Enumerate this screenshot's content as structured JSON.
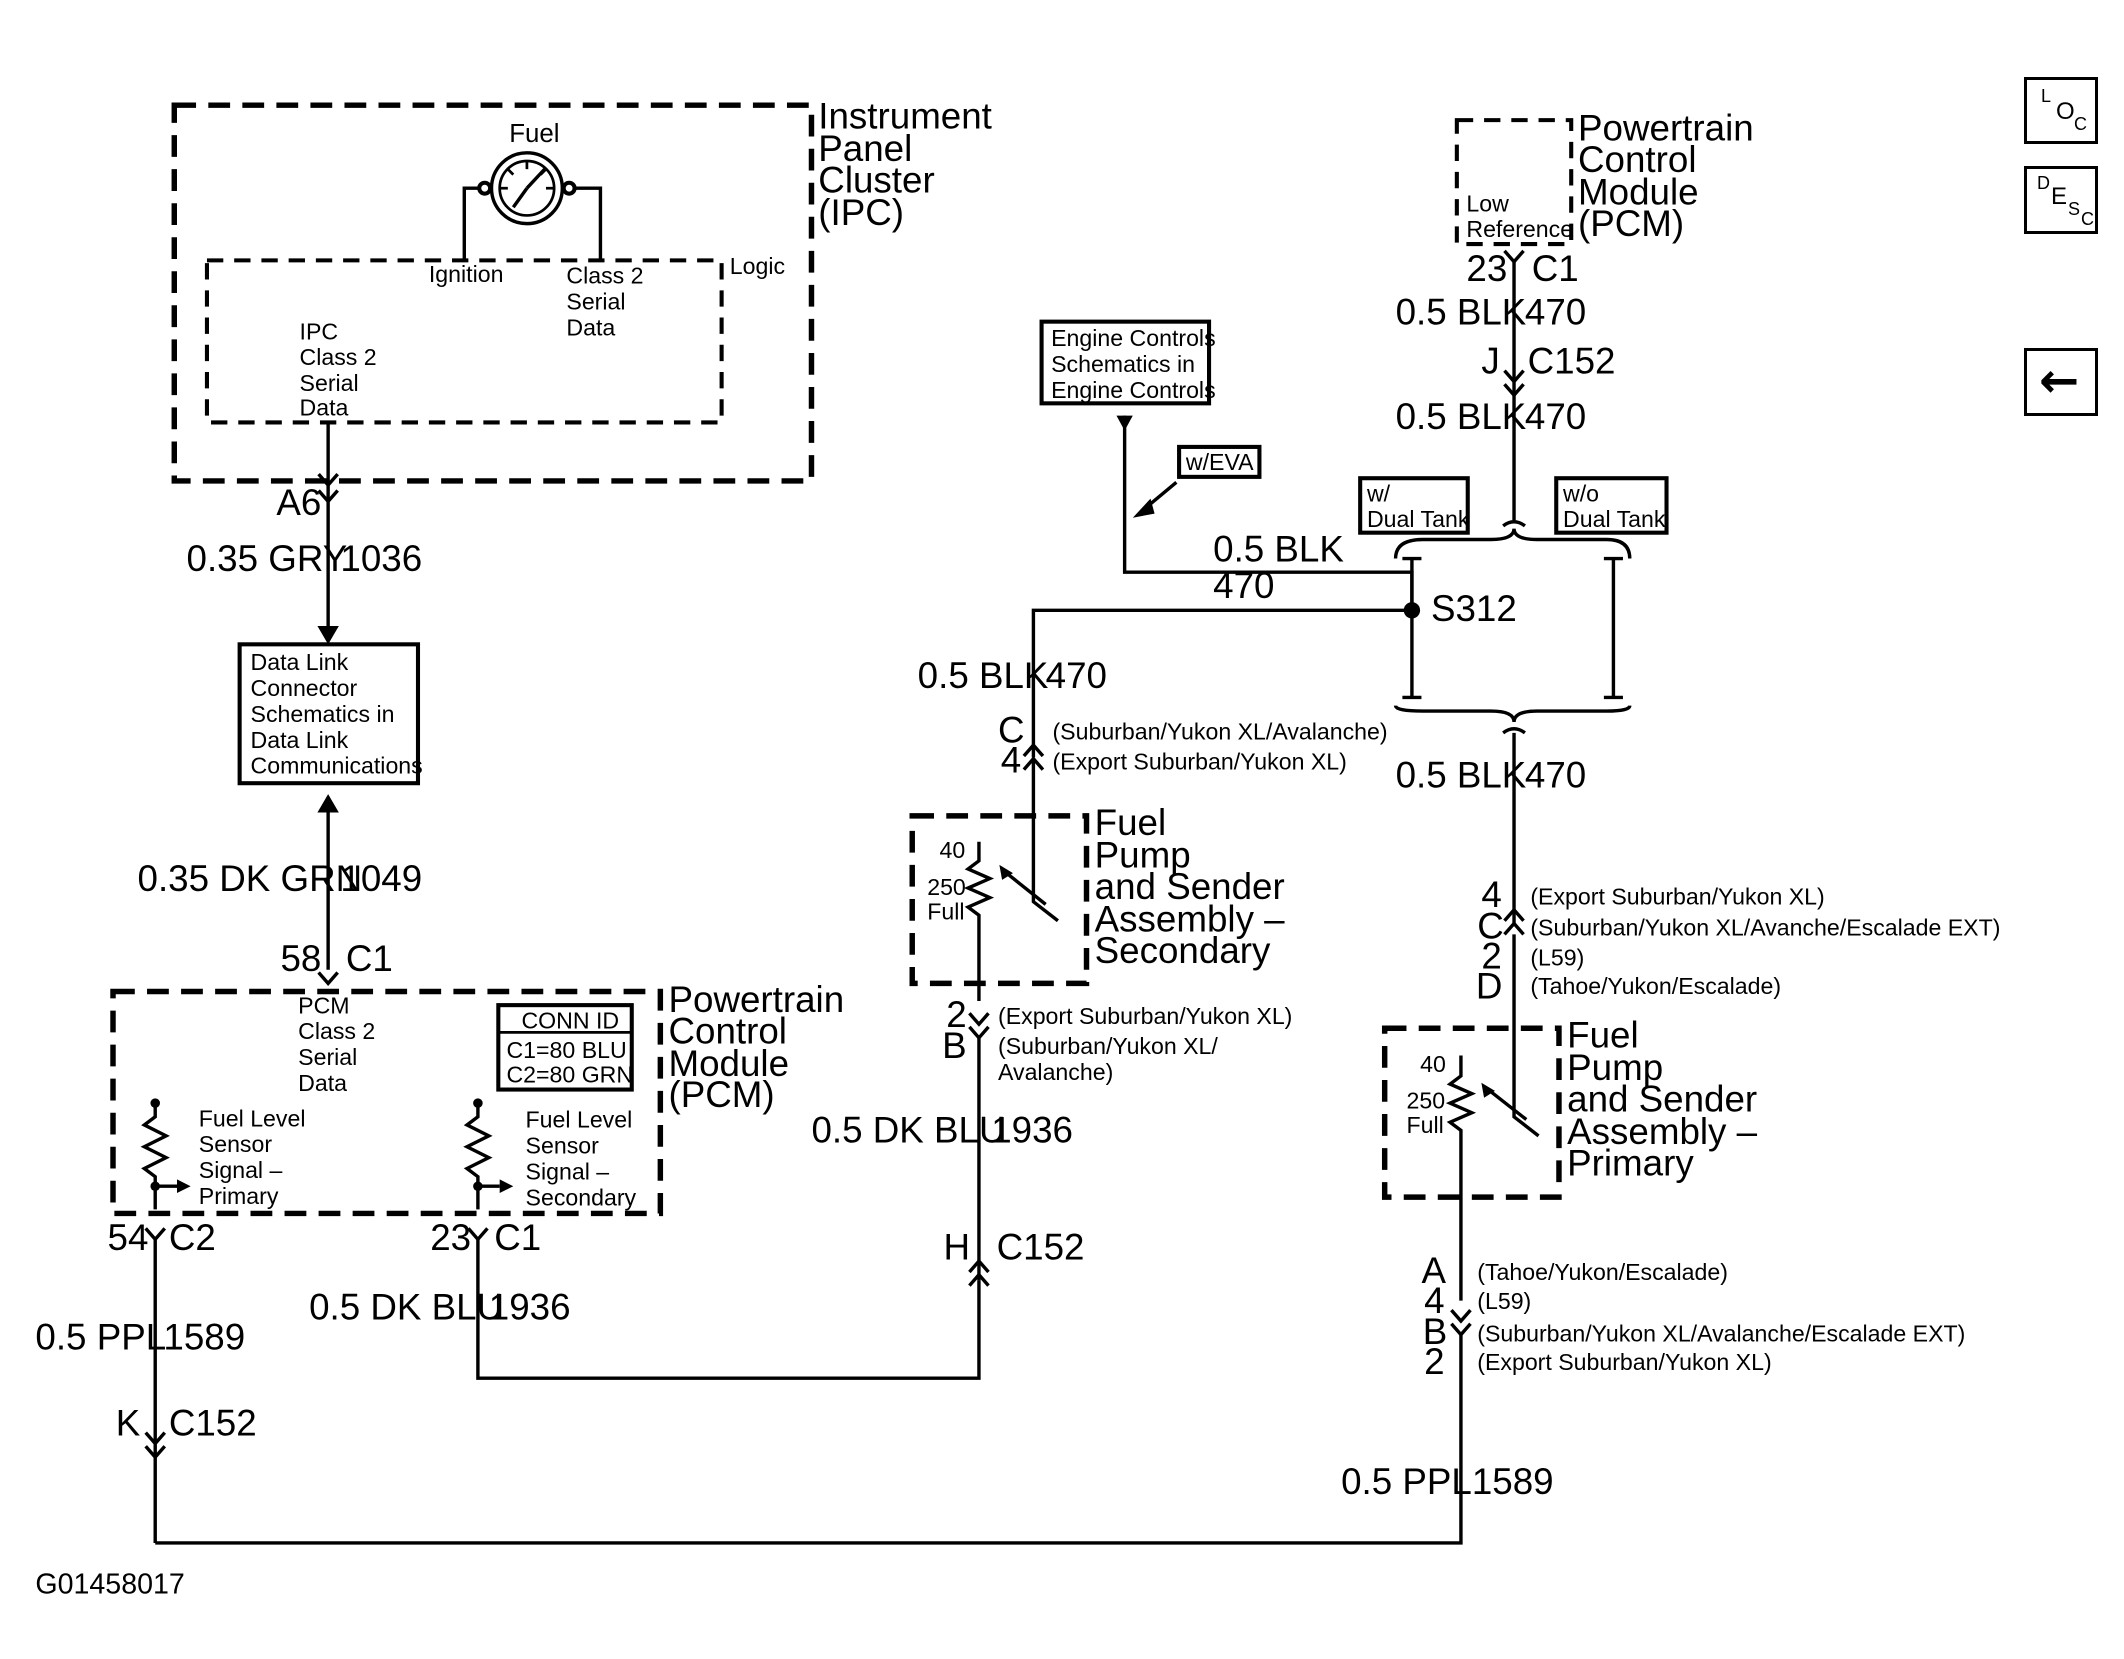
{
  "nav": {
    "loc": {
      "l": "L",
      "o": "O",
      "c": "C"
    },
    "desc": {
      "d": "D",
      "e": "E",
      "s": "S",
      "c": "C"
    },
    "back_glyph": "←"
  },
  "ipc": {
    "title": [
      "Instrument",
      "Panel",
      "Cluster",
      "(IPC)"
    ],
    "gauge_label": "Fuel",
    "logic_label": "Logic",
    "ignition_label": "Ignition",
    "class2_label": [
      "Class 2",
      "Serial",
      "Data"
    ],
    "ipc_class2_label": [
      "IPC",
      "Class 2",
      "Serial",
      "Data"
    ],
    "pin": "A6",
    "wire_gauge": "0.35 GRY",
    "circuit": "1036"
  },
  "dlc_box": [
    "Data Link",
    "Connector",
    "Schematics in",
    "Data Link",
    "Communications"
  ],
  "dlc_wire": {
    "gauge": "0.35 DK GRN",
    "circuit": "1049"
  },
  "pcm_left": {
    "title": [
      "Powertrain",
      "Control",
      "Module",
      "(PCM)"
    ],
    "top_pin": "58",
    "top_conn": "C1",
    "pcm_class2": [
      "PCM",
      "Class 2",
      "Serial",
      "Data"
    ],
    "conn_id_title": "CONN ID",
    "conn_id_lines": [
      "C1=80 BLU",
      "C2=80 GRN"
    ],
    "sensor_primary": [
      "Fuel Level",
      "Sensor",
      "Signal –",
      "Primary"
    ],
    "sensor_secondary": [
      "Fuel Level",
      "Sensor",
      "Signal –",
      "Secondary"
    ],
    "pin_c2": "54",
    "conn_c2": "C2",
    "pin_c1": "23",
    "conn_c1": "C1"
  },
  "ppl_wire_left": {
    "gauge": "0.5 PPL",
    "circuit": "1589",
    "pin": "K",
    "conn": "C152"
  },
  "blu_wire_bottom": {
    "gauge": "0.5 DK BLU",
    "circuit": "1936"
  },
  "engine_box": [
    "Engine Controls",
    "Schematics in",
    "Engine Controls"
  ],
  "eva_box": "w/EVA",
  "blk_top": {
    "gauge": "0.5 BLK",
    "circuit": "470"
  },
  "splice": "S312",
  "blk_secondary": {
    "gauge": "0.5 BLK",
    "circuit": "470"
  },
  "secondary_conn": {
    "pin_a": "C",
    "note_a": "(Suburban/Yukon XL/Avalanche)",
    "pin_b": "4",
    "note_b": "(Export Suburban/Yukon XL)"
  },
  "pump_secondary": {
    "title": [
      "Fuel",
      "Pump",
      "and Sender",
      "Assembly –",
      "Secondary"
    ],
    "r_top": "40",
    "r_mid": "250",
    "r_bot": "Full"
  },
  "secondary_bottom_conn": {
    "pin_a": "2",
    "note_a": "(Export Suburban/Yukon XL)",
    "pin_b": "B",
    "note_b": [
      "(Suburban/Yukon XL/",
      "Avalanche)"
    ]
  },
  "blu_wire_mid": {
    "gauge": "0.5 DK BLU",
    "circuit": "1936",
    "pin": "H",
    "conn": "C152"
  },
  "pcm_right": {
    "title": [
      "Powertrain",
      "Control",
      "Module",
      "(PCM)"
    ],
    "ref_label": [
      "Low",
      "Reference"
    ],
    "pin": "23",
    "conn": "C1",
    "wire1_gauge": "0.5 BLK",
    "wire1_circuit": "470",
    "c152_pin": "J",
    "c152_conn": "C152",
    "wire2_gauge": "0.5 BLK",
    "wire2_circuit": "470"
  },
  "dual_tank": {
    "with": [
      "w/",
      "Dual Tank"
    ],
    "without": [
      "w/o",
      "Dual Tank"
    ]
  },
  "blk_primary": {
    "gauge": "0.5 BLK",
    "circuit": "470"
  },
  "primary_top_conn": [
    {
      "pin": "4",
      "note": "(Export Suburban/Yukon XL)"
    },
    {
      "pin": "C",
      "note": "(Suburban/Yukon XL/Avanche/Escalade EXT)"
    },
    {
      "pin": "2",
      "note": "(L59)"
    },
    {
      "pin": "D",
      "note": "(Tahoe/Yukon/Escalade)"
    }
  ],
  "pump_primary": {
    "title": [
      "Fuel",
      "Pump",
      "and Sender",
      "Assembly –",
      "Primary"
    ],
    "r_top": "40",
    "r_mid": "250",
    "r_bot": "Full"
  },
  "primary_bottom_conn": [
    {
      "pin": "A",
      "note": "(Tahoe/Yukon/Escalade)"
    },
    {
      "pin": "4",
      "note": "(L59)"
    },
    {
      "pin": "B",
      "note": "(Suburban/Yukon XL/Avalanche/Escalade EXT)"
    },
    {
      "pin": "2",
      "note": "(Export Suburban/Yukon XL)"
    }
  ],
  "ppl_wire_right": {
    "gauge": "0.5 PPL",
    "circuit": "1589"
  },
  "figure_id": "G01458017"
}
